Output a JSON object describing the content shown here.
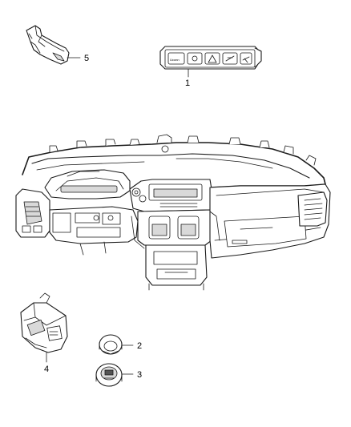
{
  "callouts": [
    {
      "id": "1",
      "label": "1"
    },
    {
      "id": "2",
      "label": "2"
    },
    {
      "id": "3",
      "label": "3"
    },
    {
      "id": "4",
      "label": "4"
    },
    {
      "id": "5",
      "label": "5"
    }
  ],
  "switch_panel": {
    "brand_text": "Uconn"
  }
}
